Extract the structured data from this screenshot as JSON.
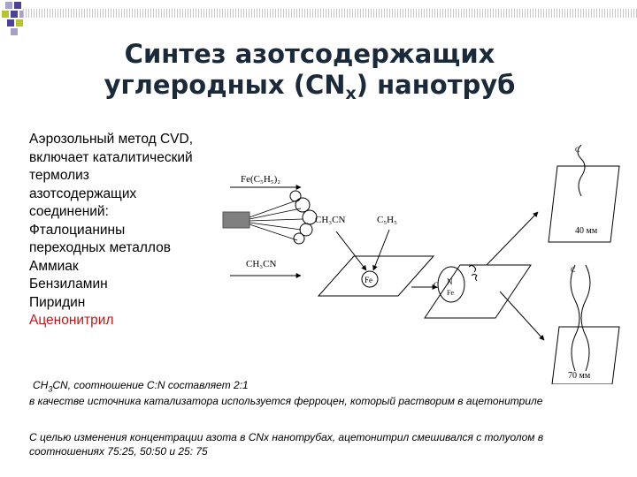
{
  "title": {
    "line1": "Синтез азотсодержащих",
    "line2_pre": "углеродных (CN",
    "line2_sub": "x",
    "line2_post": ") нанотруб"
  },
  "methods": {
    "lines": [
      "Аэрозольный метод CVD,",
      "включает каталитический",
      "термолиз",
      "азотсодержащих",
      "соединений:",
      "Фталоцианины",
      "переходных металлов",
      "Аммиак",
      "Бензиламин",
      "Пиридин"
    ],
    "highlighted": "Аценонитрил",
    "highlight_color": "#c01818"
  },
  "notes": {
    "n1_a": "CH",
    "n1_sub": "3",
    "n1_b": "CN, соотношение C:N составляет 2:1",
    "n2": "в качестве источника катализатора используется ферроцен, который растворим в ацетонитриле",
    "n3": "С целью изменения концентрации азота в CNx нанотрубах, ацетонитрил смешивался с толуолом в соотношениях 75:25, 50:50 и 25: 75"
  },
  "diagram": {
    "label_ferrocene": "Fe(C₅H₅)₂",
    "label_ch3cn_cloud": "CH₃CN",
    "label_c5h5": "C₅H₅",
    "label_ch3cn": "CH₃CN",
    "label_fe": "Fe",
    "label_c": "C",
    "label_n": "N",
    "label_fe2": "Fe",
    "label_time1": "40 мм",
    "label_time2": "70 мм"
  },
  "colors": {
    "title": "#1a2a3a",
    "decor_dark": "#4d4296",
    "decor_light": "#a5a0cc",
    "decor_green": "#b6c42e"
  }
}
